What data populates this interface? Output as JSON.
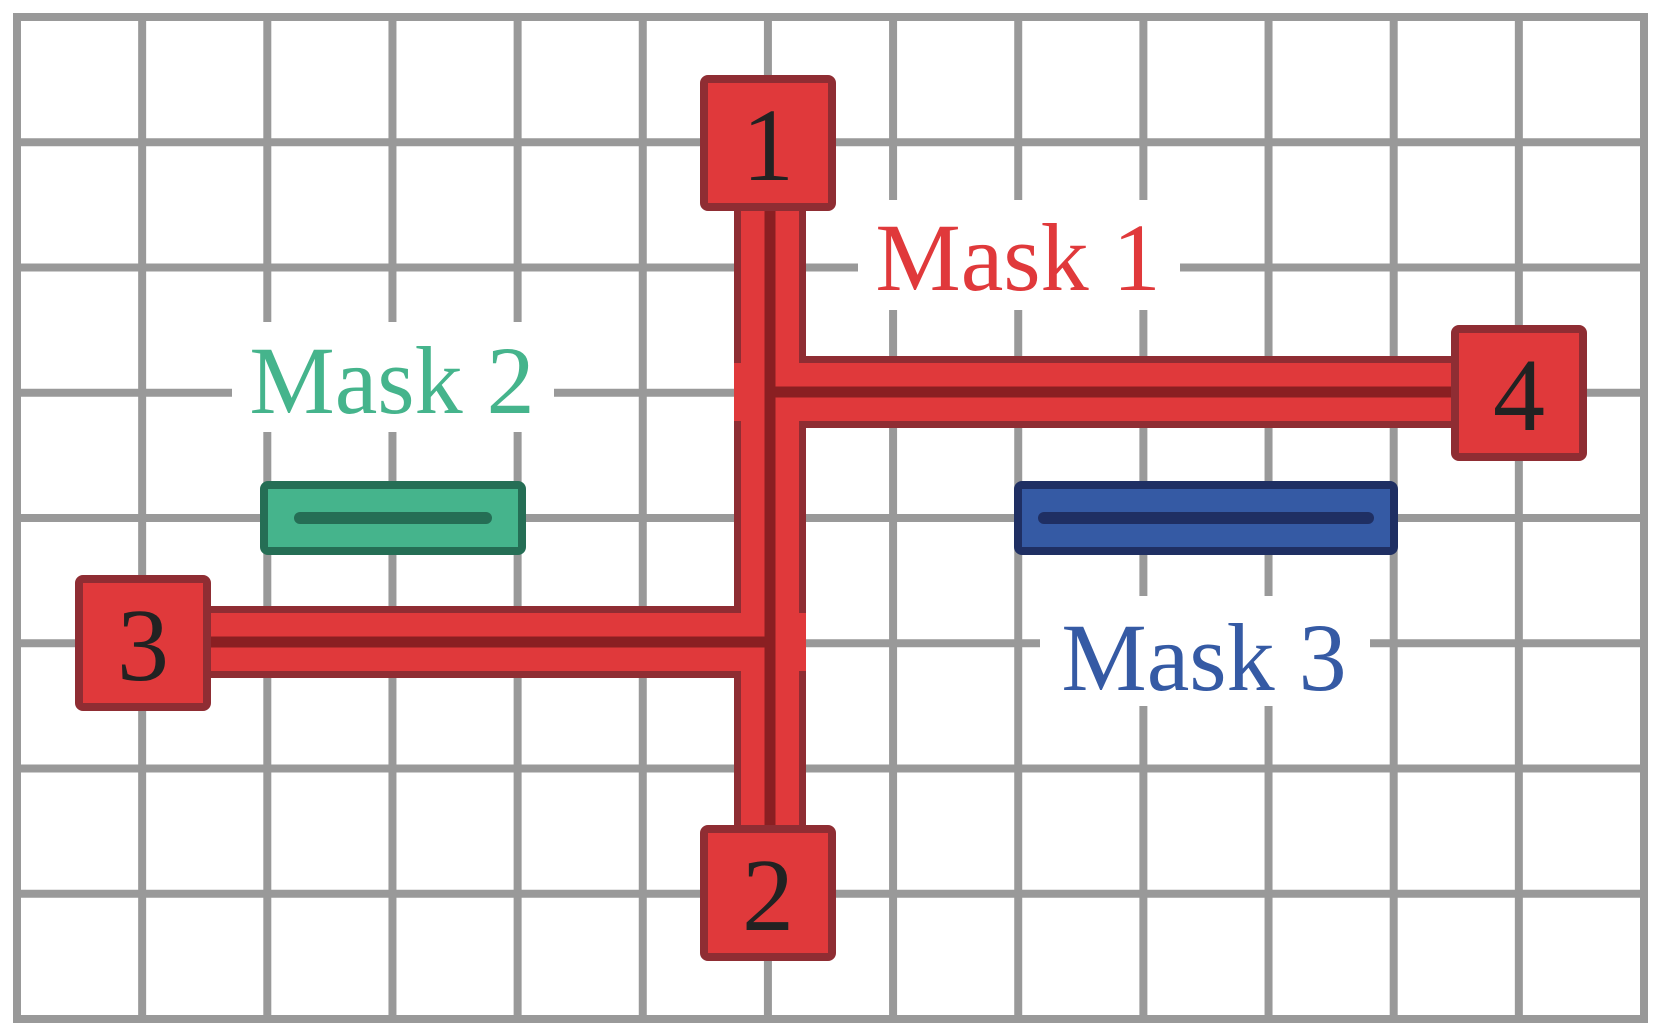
{
  "colors": {
    "grid": "#999999",
    "background": "#ffffff",
    "red_fill": "#e0393b",
    "red_stroke": "#8f2d33",
    "red_center": "#8a1f22",
    "green_fill": "#45b48c",
    "green_stroke": "#256e55",
    "blue_fill": "#355aa4",
    "blue_stroke": "#1f2f63",
    "pin_text": "#222222"
  },
  "grid": {
    "columns": 13,
    "rows": 8
  },
  "masks": [
    {
      "label": "Mask 1",
      "color": "#e0393b"
    },
    {
      "label": "Mask 2",
      "color": "#45b48c"
    },
    {
      "label": "Mask 3",
      "color": "#355aa4"
    }
  ],
  "pins": [
    {
      "label": "1"
    },
    {
      "label": "2"
    },
    {
      "label": "3"
    },
    {
      "label": "4"
    }
  ]
}
